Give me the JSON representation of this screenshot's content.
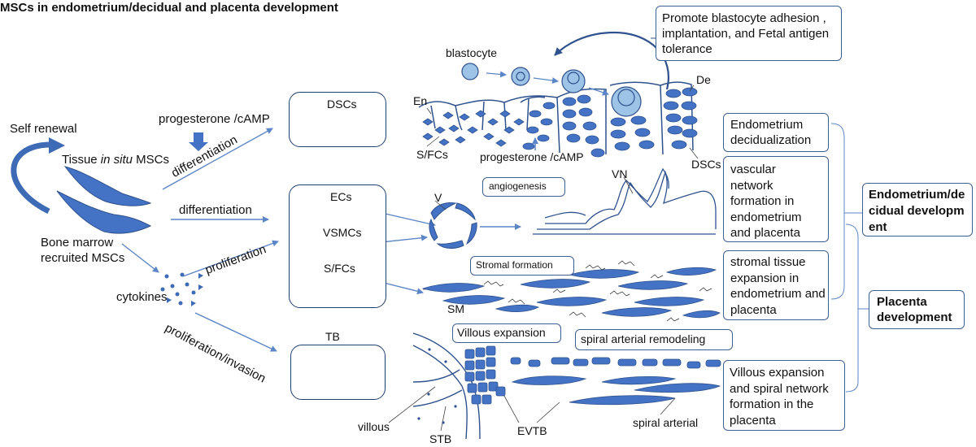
{
  "title": "MSCs in endometrium/decidual and placenta development",
  "left": {
    "self_renewal": "Self renewal",
    "tissue_msc_prefix": "Tissue ",
    "tissue_msc_italic": "in situ",
    "tissue_msc_suffix": " MSCs",
    "bone_marrow": "Bone marrow",
    "recruited": "recruited MSCs",
    "cytokines": "cytokines"
  },
  "arrows": {
    "progesterone_camp": "progesterone /cAMP",
    "differentiation_upper": "differentiation",
    "differentiation_mid": "differentiation",
    "proliferation": "proliferation",
    "proliferation_invasion": "proliferation/invasion"
  },
  "cell_boxes": {
    "dscs": "DSCs",
    "ecs": "ECs",
    "vsmcs": "VSMCs",
    "sfcs": "S/FCs",
    "tb": "TB"
  },
  "tissue_labels": {
    "blastocyte": "blastocyte",
    "en": "En",
    "de": "De",
    "sfcs": "S/FCs",
    "progesterone_camp": "progesterone /cAMP",
    "dscs": "DSCs",
    "angiogenesis": "angiogenesis",
    "v": "V",
    "vn": "VN",
    "stromal_formation": "Stromal formation",
    "sm": "SM",
    "villous_expansion": "Villous expansion",
    "spiral_arterial_remodeling": "spiral arterial remodeling",
    "villous": "villous",
    "stb": "STB",
    "evtb": "EVTB",
    "spiral_arterial": "spiral arterial"
  },
  "outcomes": {
    "promote": "Promote blastocyte adhesion , implantation, and Fetal antigen tolerance",
    "decidualization": "Endometrium decidualization",
    "vascular": "vascular network formation in endometrium and placenta",
    "stromal": "stromal tissue expansion in endometrium and placenta",
    "villous": "Villous expansion and spiral network formation in the placenta"
  },
  "summary": {
    "endometrium": "Endometrium/decidual development",
    "placenta": "Placenta development"
  },
  "colors": {
    "cell_fill": "#4472c4",
    "cell_stroke": "#2f528f",
    "arrow": "#5b86c8",
    "light_fill": "#9dc3e6",
    "box_border": "#3c5f95"
  }
}
